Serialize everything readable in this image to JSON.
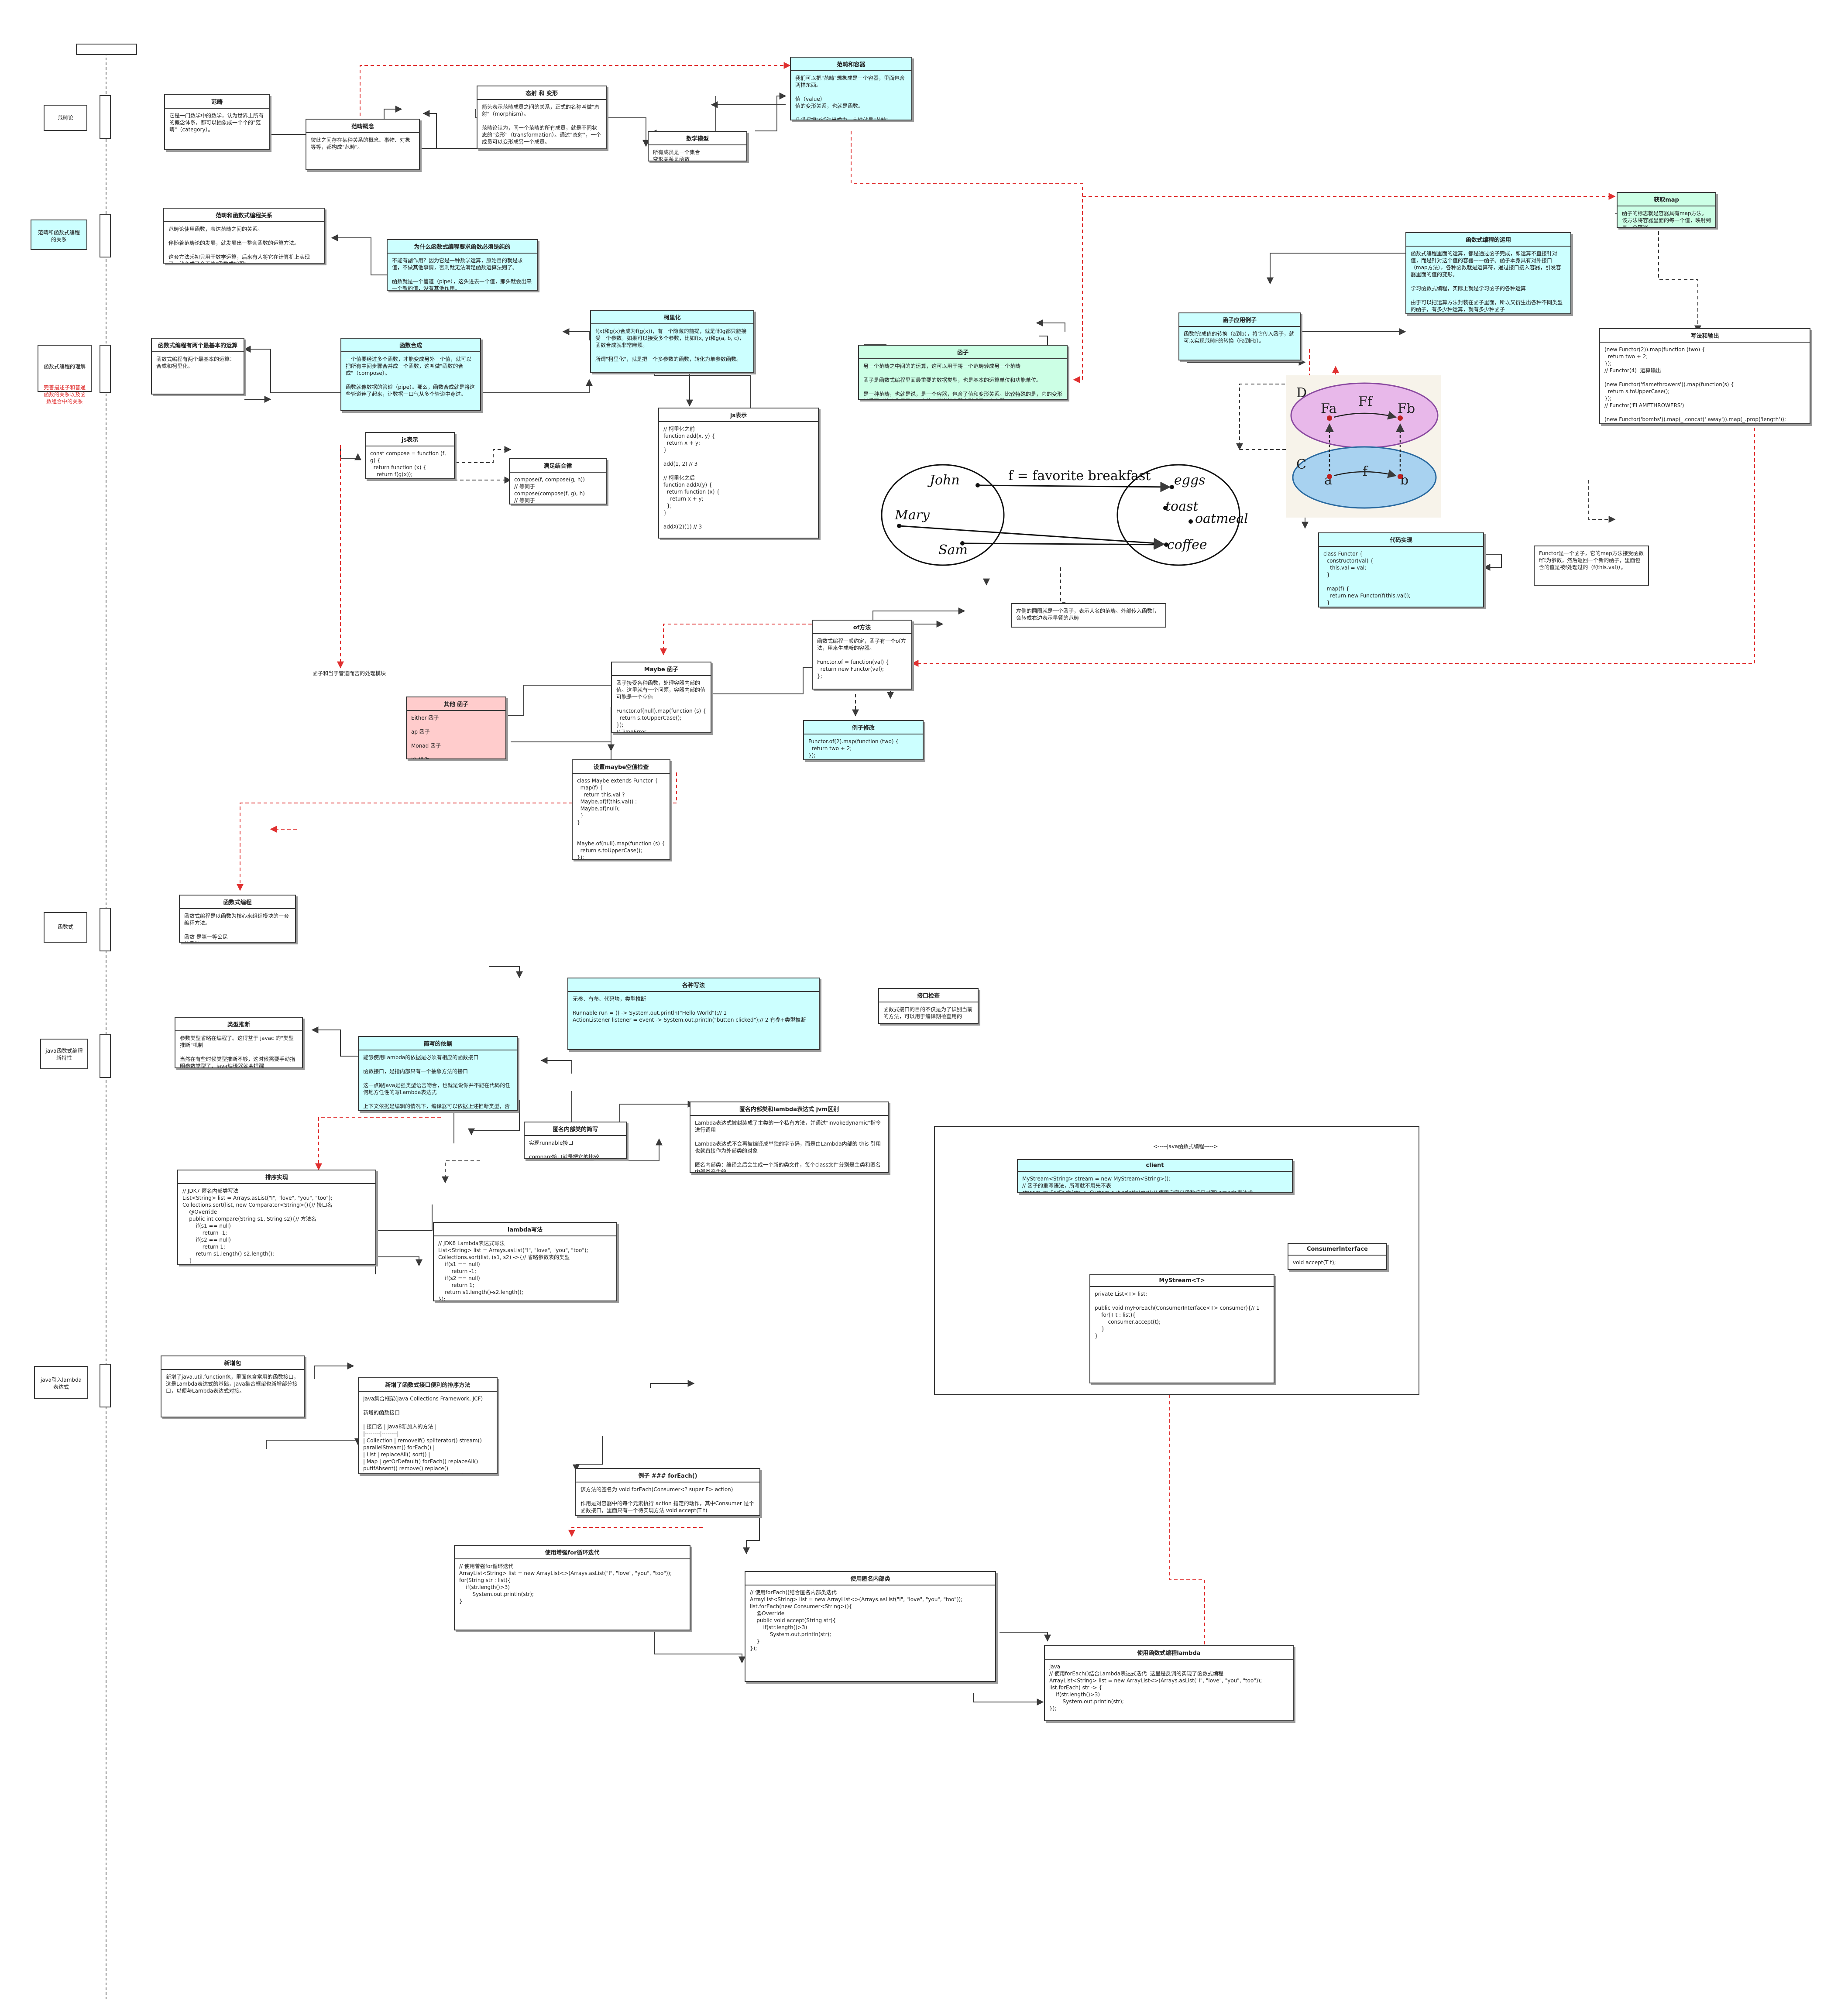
{
  "header_box": "",
  "sections": [
    {
      "id": "s1",
      "label": "范畴论"
    },
    {
      "id": "s2",
      "label": "范畴和函数式编程的关系"
    },
    {
      "id": "s3",
      "label": "函数式编程的理解",
      "extra": "完善描述子和普通函数的关系以及函数组合中的关系"
    },
    {
      "id": "s4",
      "label": "函数式"
    },
    {
      "id": "s5",
      "label": "java函数式编程新特性"
    },
    {
      "id": "s6",
      "label": "java引入lambda表达式"
    }
  ],
  "boxes": {
    "fanchou": {
      "title": "范畴",
      "body": "它是一门数学中的数学，认为世界上所有的概念体系，都可以抽象成一个个的\"范畴\"（category）。"
    },
    "fanchou_gainian": {
      "title": "范畴概念",
      "body": "彼此之间存在某种关系的概念、事物、对象等等，都构成\"范畴\"。"
    },
    "taishe_bianxing": {
      "title": "态射 和 变形",
      "body": "箭头表示范畴成员之间的关系，正式的名称叫做\"态射\"（morphism）。\n\n范畴论认为，同一个范畴的所有成员，就是不同状态的\"变形\"（transformation）。通过\"态射\"，一个成员可以变形成另一个成员。"
    },
    "shuxue_moxing": {
      "title": "数学模型",
      "body": "所有成员是一个集合\n变形关系是函数"
    },
    "fanchou_rongqi": {
      "title": "范畴和容器",
      "body": "我们可以把\"范畴\"想象成是一个容器，里面包含两样东西。\n\n值（value）\n值的变形关系，也就是函数。\n\n几乎都把\"容器\"当成为，定性就是\"范畴\""
    },
    "fanchou_fp": {
      "title": "范畴和函数式编程关系",
      "body": "范畴论使用函数，表达范畴之间的关系。\n\n伴随着范畴论的发展，就发展出一整套函数的运算方法。\n\n这套方法起初只用于数学运算，后来有人将它在计算机上实现了，就变成了今天的\"函数式编程\"。"
    },
    "why_pure": {
      "title": "为什么函数式编程要求函数必须是纯的",
      "body": "不能有副作用？因为它是一种数学运算，原始目的就是求值，不做其他事情，否则就无法满足函数运算法则了。\n\n函数就是一个管道（pipe），这头进去一个值，那头就会出来一个新的值，没有其他作用。"
    },
    "fp_two_ops": {
      "title": "函数式编程有两个最基本的运算",
      "body": "函数式编程有两个最基本的运算：合成和柯里化。"
    },
    "hanshu_hecheng": {
      "title": "函数合成",
      "body": "一个值要经过多个函数，才能变成另外一个值，就可以把所有中间步骤合并成一个函数，这叫做\"函数的合成\"（compose）。\n\n函数就像数据的管道（pipe）。那么，函数合成就是将这些管道连了起来，让数据一口气从多个管道中穿过。"
    },
    "kelihua": {
      "title": "柯里化",
      "body": "f(x)和g(x)合成为f(g(x))，有一个隐藏的前提，就是f和g都只能接受一个参数。如果可以接受多个参数，比如f(x, y)和g(a, b, c)，函数合成就非常麻烦。\n\n所谓\"柯里化\"，就是把一个多参数的函数，转化为单参数函数。"
    },
    "js_show": {
      "title": "js表示",
      "body": "// 柯里化之前\nfunction add(x, y) {\n  return x + y;\n}\n\nadd(1, 2) // 3\n\n// 柯里化之后\nfunction addX(y) {\n  return function (x) {\n    return x + y;\n  };\n}\n\naddX(2)(1) // 3"
    },
    "js_compose": {
      "title": "js表示",
      "body": "const compose = function (f, g) {\n  return function (x) {\n    return f(g(x));\n  };\n}"
    },
    "jiehe_law": {
      "title": "满足结合律",
      "body": "compose(f, compose(g, h))\n// 等同于\ncompose(compose(f, g), h)\n// 等同于\ncompose(f, g, h)"
    },
    "hanzi": {
      "title": "函子",
      "body": "另一个范畴之中间的的运算，这可以用于将一个范畴转成另一个范畴\n\n函子是函数式编程里面最重要的数据类型，也是基本的运算单位和功能单位。\n\n是一种范畴，也就是说，是一个容器，包含了值和变形关系。比较特殊的是，它的变形关系可以依次作用于每一个值，将当前容器变形成另一个容器。"
    },
    "hanzi_eg": {
      "title": "函子应用例子",
      "body": "函数f完成值的转换（a到b），将它传入函子，就可以实现范畴F的转换（Fa到Fb）。"
    },
    "fp_usage": {
      "title": "函数式编程的运用",
      "body": "函数式编程里面的运算，都是通过函子完成，即运算不直接针对值，而是针对这个值的容器——函子。函子本身具有对外接口（map方法），各种函数就是运算符，通过接口接入容器，引发容器里面的值的变形。\n\n学习函数式编程，实际上就是学习函子的各种运算\n\n由于可以把运算方法封装在函子里面，所以又衍生出各种不同类型的函子，有多少种运算，就有多少种函子"
    },
    "jieshou_map": {
      "title": "获取map",
      "body": "函子的标志就是容器具有map方法。该方法将容器里面的每一个值，映射到另一个容器。"
    },
    "xiefa_out": {
      "title": "写法和输出",
      "body": "(new Functor(2)).map(function (two) {\n  return two + 2;\n});\n// Functor(4)  运算输出\n\n(new Functor('flamethrowers')).map(function(s) {\n  return s.toUpperCase();\n});\n// Functor('FLAMETHROWERS')\n\n(new Functor('bombs')).map(_.concat(' away')).map(_.prop('length'));\n// Functor(10)"
    },
    "daima_shixian": {
      "title": "代码实现",
      "body": "class Functor {\n  constructor(val) {\n    this.val = val;\n  }\n\n  map(f) {\n    return new Functor(f(this.val));\n  }\n}"
    },
    "of_method": {
      "title": "of方法",
      "body": "函数式编程一般约定，函子有一个of方法，用来生成新的容器。\n\nFunctor.of = function(val) {\n  return new Functor(val);\n};"
    },
    "hanzi_change": {
      "title": "例子修改",
      "body": "Functor.of(2).map(function (two) {\n  return two + 2;\n});\n// Functor(4)"
    },
    "maybe": {
      "title": "Maybe 函子",
      "body": "函子接受各种函数，处理容器内部的值。这里就有一个问题，容器内部的值可能是一个空值\n\nFunctor.of(null).map(function (s) {\n  return s.toUpperCase();\n});\n// TypeError"
    },
    "other_hanzi": {
      "title": "其他 函子",
      "body": "Either 函子\n\nap 函子\n\nMonad 函子\n\nIO 操作"
    },
    "maybe_design": {
      "title": "设置maybe空值检查",
      "body": "class Maybe extends Functor {\n  map(f) {\n    return this.val ?\n  Maybe.of(f(this.val)) :\n  Maybe.of(null);\n  }\n}\n\n\nMaybe.of(null).map(function (s) {\n  return s.toUpperCase();\n});\n// Maybe(null)"
    },
    "hanshushi_biancheng": {
      "title": "函数式编程",
      "body": "函数式编程是以函数为核心来组织模块的一套编程方法。\n\n函数 是第一等公民\n纯函数"
    },
    "types_infer": {
      "title": "类型推断",
      "body": "参数类型省略在编程了。这得益于 javac 的\"类型推断\"机制\n\n当然在有些时候类型推断不够，这时候需要手动指明参数类型了，java编译器就会提醒"
    },
    "simple_fn": {
      "title": "简写的依据",
      "body": "能够使用Lambda的依据是必须有相应的函数接口\n\n函数接口，是指内部只有一个抽象方法的接口\n\n这一点跟Java是强类型语言吻合，也就是说你并不能在代码的任何地方任性的写Lambda表达式\n\n上下文依据是编辑的情况下，编译器可以依据上述推断类型，否则就需要显式指定"
    },
    "all_writing": {
      "title": "各种写法",
      "body": "无参、有参、代码块，类型推断\n\nRunnable run = () -> System.out.println(\"Hello World\");// 1\nActionListener listener = event -> System.out.println(\"button clicked\");// 2 有参+类型推断"
    },
    "interface_check": {
      "title": "接口检查",
      "body": "函数式接口的目的不仅是为了识别当前的方法，可以用于编译期检查用的"
    },
    "anon_inner": {
      "title": "匿名内部类的简写",
      "body": "实现runnable接口\n\ncompare接口就是把它的比较"
    },
    "anon_vs_lambda": {
      "title": "匿名内部类和lambda表达式 jvm区别",
      "body": "Lambda表达式被封装成了主类的一个私有方法，并通过\"invokedynamic\"指令进行调用\n\nLambda表达式不会再被编译成单独的字节码，而是由Lambda内部的 this 引用也就直接作为外部类的对象\n\n匿名内部类：编译之后会生成一个新的类文件，每个class文件分别是主类和匿名内部类产生的"
    },
    "sort_impl": {
      "title": "排序实现",
      "body": "// JDK7 匿名内部类写法\nList<String> list = Arrays.asList(\"I\", \"love\", \"you\", \"too\");\nCollections.sort(list, new Comparator<String>(){// 接口名\n    @Override\n    public int compare(String s1, String s2){// 方法名\n        if(s1 == null)\n            return -1;\n        if(s2 == null)\n            return 1;\n        return s1.length()-s2.length();\n    }\n});"
    },
    "lambda_sort": {
      "title": "lambda写法",
      "body": "// JDK8 Lambda表达式写法\nList<String> list = Arrays.asList(\"I\", \"love\", \"you\", \"too\");\nCollections.sort(list, (s1, s2) ->{// 省略参数表的类型\n    if(s1 == null)\n        return -1;\n    if(s2 == null)\n        return 1;\n    return s1.length()-s2.length();\n});"
    },
    "new_pkg": {
      "title": "新增包",
      "body": "新增了java.util.function包，里面包含常用的函数接口，这是Lambda表达式的基础，Java集合框架也新增部分接口，以便与Lambda表达式对接。"
    },
    "new_methods": {
      "title": "新增了函数式接口便利的排序方法",
      "body": "Java集合框架(Java Collections Framework, JCF)\n\n新增的函数接口\n\n| 接口名 | Java8新加入的方法 |\n|--------|--------|\n| Collection | removeIf() spliterator() stream() parallelStream() forEach() |\n| List | replaceAll() sort() |\n| Map | getOrDefault() forEach() replaceAll() putIfAbsent() remove() replace() computeIfAbsent() computeIfPresent() compute() merge() |"
    },
    "foreach_eg": {
      "title": "例子 ### forEach()",
      "body": "该方法的签名为 void forEach(Consumer<? super E> action)\n\n作用是对容器中的每个元素执行 action 指定的动作，其中Consumer 是个函数接口，里面只有一个待实现方法 void accept(T t)"
    },
    "for_loop": {
      "title": "使用增强for循环迭代",
      "body": "// 使用曾强for循环迭代\nArrayList<String> list = new ArrayList<>(Arrays.asList(\"I\", \"love\", \"you\", \"too\"));\nfor(String str : list){\n    if(str.length()>3)\n        System.out.println(str);\n}"
    },
    "anon_iter": {
      "title": "使用匿名内部类",
      "body": "// 使用forEach()结合匿名内部类迭代\nArrayList<String> list = new ArrayList<>(Arrays.asList(\"I\", \"love\", \"you\", \"too\"));\nlist.forEach(new Consumer<String>(){\n    @Override\n    public void accept(String str){\n        if(str.length()>3)\n            System.out.println(str);\n    }\n});"
    },
    "lambda_iter": {
      "title": "使用函数式编程lambda",
      "body": "java\n// 使用forEach()结合Lambda表达式迭代  这里是反调的实现了函数式编程\nArrayList<String> list = new ArrayList<>(Arrays.asList(\"I\", \"love\", \"you\", \"too\"));\nlist.forEach( str -> {\n    if(str.length()>3)\n        System.out.println(str);\n});"
    },
    "client": {
      "title": "client",
      "body": "MyStream<String> stream = new MyStream<String>();\n// 函子的重写语法，所写就不用先不表\nstream.myForEach(str -> System.out.println(str));// 使用自定义函数接口书写Lambda表达式"
    },
    "mystream": {
      "title": "MyStream<T>",
      "body": "private List<T> list;\n\npublic void myForEach(ConsumerInterface<T> consumer){// 1\n    for(T t : list){\n        consumer.accept(t);\n    }\n}"
    },
    "consumer_if": {
      "title": "ConsumerInterface",
      "body": "void accept(T t);"
    }
  },
  "notes": {
    "functor_note": "Functor是一个函子，它的map方法接受函数f作为参数，然后返回一个新的函子，里面包含的值是被f处理过的（f(this.val)）。",
    "breakfast_note": "左侧的圆圈就是一个函子，表示人名的范畴。外部传入函数f，会转成右边表示早餐的范畴",
    "frame_label": "<-----java函数式编程----->",
    "pipe_label": "函子和当于管道而言的处理模块"
  },
  "diagram_labels": {
    "cat_D": "D",
    "cat_C": "C",
    "Fa": "Fa",
    "Ff": "Ff",
    "Fb": "Fb",
    "a": "a",
    "f": "f",
    "b": "b",
    "breakfast_title": "f = favorite breakfast",
    "persons": [
      "John",
      "Mary",
      "Sam"
    ],
    "foods": [
      "eggs",
      "toast",
      "oatmeal",
      "coffee"
    ]
  },
  "colors": {
    "cyan": "#ccffff",
    "green": "#ccffe5",
    "pink": "#ffcccc",
    "red_link": "#e03030",
    "line": "#3a3a3a"
  }
}
